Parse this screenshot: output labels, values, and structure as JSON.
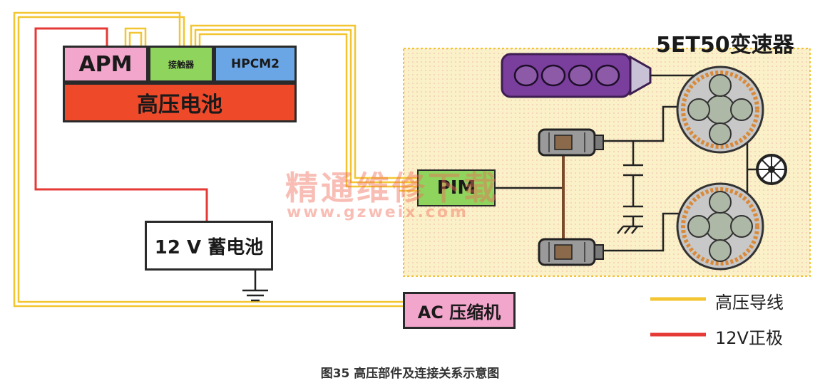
{
  "colors": {
    "high_voltage_wire": "#f2c531",
    "positive_12v_wire": "#e53935",
    "apm": "#f3a6cc",
    "contactor": "#8fd45c",
    "hpcm2": "#6aa6e6",
    "hv_battery": "#ee4a2a",
    "ac_compressor": "#f3a6cc",
    "pim": "#8fd45c",
    "gearbox_panel": "#fbf1c8"
  },
  "components": {
    "apm": "APM",
    "contactor": "接触器",
    "hpcm2": "HPCM2",
    "hv_battery": "高压电池",
    "battery_12v": "12 V 蓄电池",
    "ac_compressor": "AC 压缩机",
    "pim": "PIM"
  },
  "gearbox": {
    "title": "5ET50变速器"
  },
  "legend": {
    "hv_wire": "高压导线",
    "positive_12v": "12V正极"
  },
  "caption": "图35 高压部件及连接关系示意图",
  "watermark": {
    "text": "精通维修下载",
    "url": "www.gzweix.com"
  },
  "icons": {
    "engine": "engine-icon",
    "motor": "electric-motor-icon",
    "planetary_gear": "planetary-gear-icon",
    "capacitor": "capacitor-icon",
    "ground": "ground-icon",
    "wheel": "wheel-icon"
  }
}
